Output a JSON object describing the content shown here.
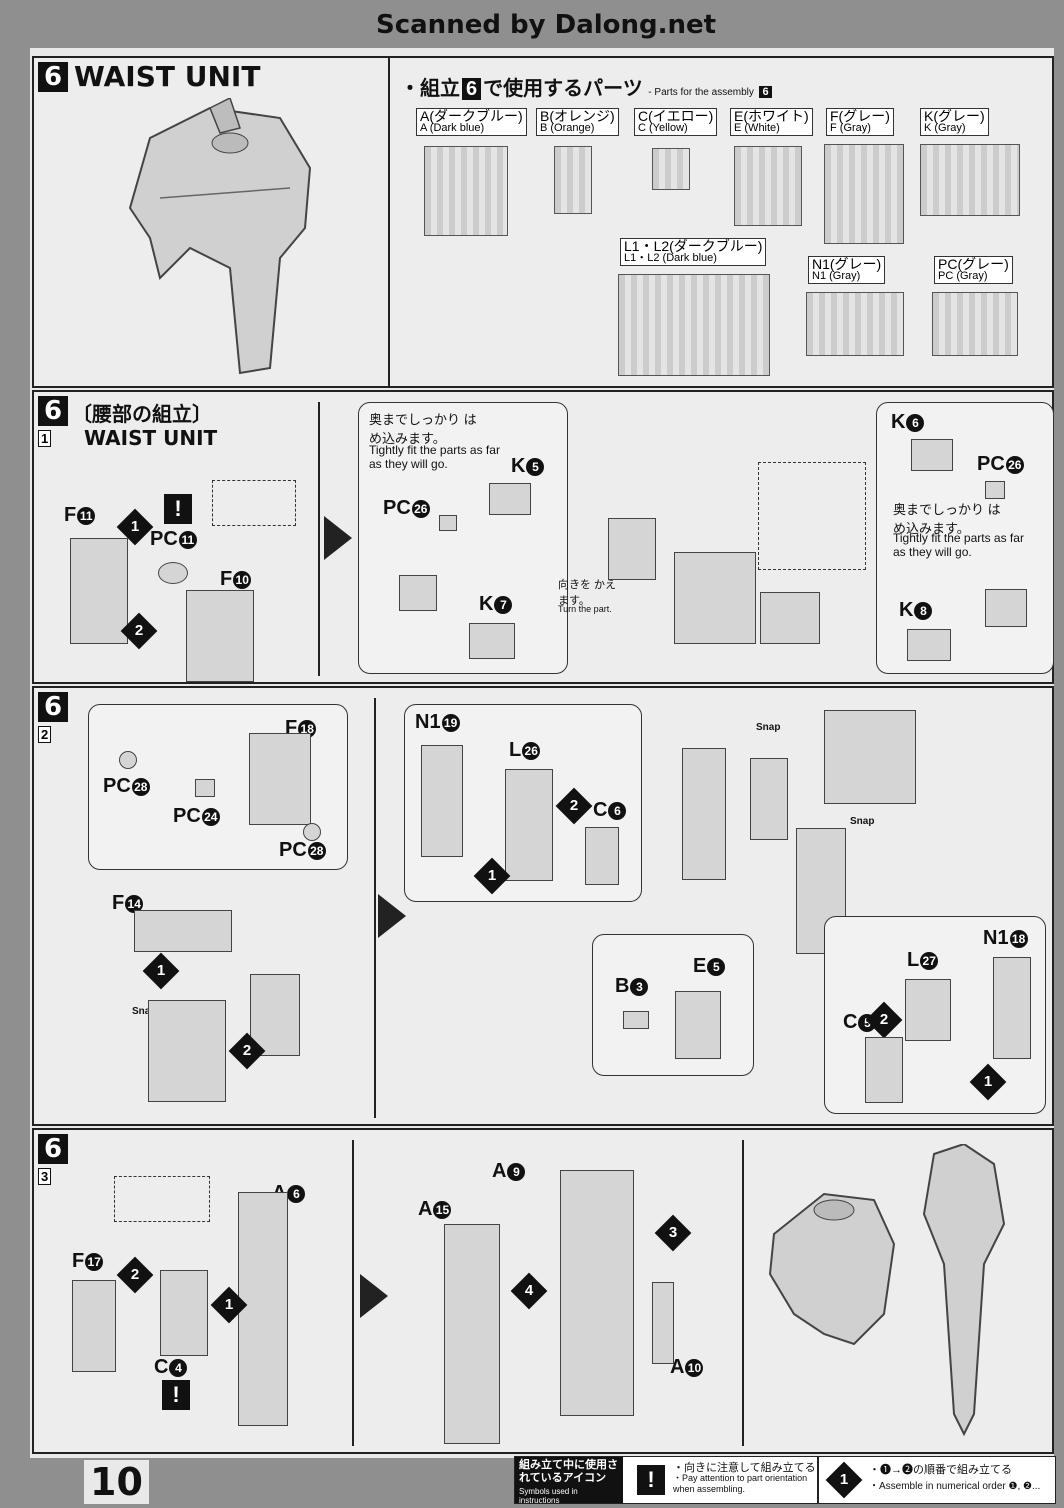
{
  "watermark": "Scanned by Dalong.net",
  "header": {
    "step_number": "6",
    "title": "WAIST UNIT",
    "parts_heading_jp": "・組立",
    "parts_heading_num": "6",
    "parts_heading_jp2": "で使用するパーツ",
    "parts_heading_en": "- Parts for the assembly",
    "parts_heading_en_num": "6"
  },
  "runners": [
    {
      "jp": "A(ダークブルー)",
      "en": "A (Dark blue)"
    },
    {
      "jp": "B(オレンジ)",
      "en": "B (Orange)"
    },
    {
      "jp": "C(イエロー)",
      "en": "C (Yellow)"
    },
    {
      "jp": "E(ホワイト)",
      "en": "E (White)"
    },
    {
      "jp": "F(グレー)",
      "en": "F (Gray)"
    },
    {
      "jp": "K(グレー)",
      "en": "K (Gray)"
    },
    {
      "jp": "L1・L2(ダークブルー)",
      "en": "L1・L2 (Dark blue)"
    },
    {
      "jp": "N1(グレー)",
      "en": "N1 (Gray)"
    },
    {
      "jp": "PC(グレー)",
      "en": "PC (Gray)"
    }
  ],
  "section1": {
    "num": "6",
    "sub": "1",
    "title_jp": "〔腰部の組立〕",
    "title_en": "WAIST UNIT",
    "labels": {
      "f11": "F",
      "f11n": "11",
      "pc11": "PC",
      "pc11n": "11",
      "f10": "F",
      "f10n": "10"
    },
    "note1_jp": "奥までしっかり はめ込みます。",
    "note1_en": "Tightly fit the parts as far as they will go.",
    "k5": "K",
    "k5n": "5",
    "pc26a": "PC",
    "pc26an": "26",
    "k7": "K",
    "k7n": "7",
    "turn_jp": "向きを かえます。",
    "turn_en": "Turn the part.",
    "k6": "K",
    "k6n": "6",
    "pc26b": "PC",
    "pc26bn": "26",
    "note2_jp": "奥までしっかり はめ込みます。",
    "note2_en": "Tightly fit the parts as far as they will go.",
    "k8": "K",
    "k8n": "8"
  },
  "section2": {
    "num": "6",
    "sub": "2",
    "labels": {
      "f18": "F",
      "f18n": "18",
      "pc28a": "PC",
      "pc28an": "28",
      "pc24": "PC",
      "pc24n": "24",
      "pc28b": "PC",
      "pc28bn": "28",
      "f14": "F",
      "f14n": "14",
      "snap": "Snap",
      "n119": "N1",
      "n119n": "19",
      "l26": "L",
      "l26n": "26",
      "c6": "C",
      "c6n": "6",
      "b3": "B",
      "b3n": "3",
      "e5": "E",
      "e5n": "5",
      "n118": "N1",
      "n118n": "18",
      "l27": "L",
      "l27n": "27",
      "c5": "C",
      "c5n": "5"
    }
  },
  "section3": {
    "num": "6",
    "sub": "3",
    "labels": {
      "a6": "A",
      "a6n": "6",
      "f17": "F",
      "f17n": "17",
      "c4": "C",
      "c4n": "4",
      "a9": "A",
      "a9n": "9",
      "a15": "A",
      "a15n": "15",
      "a10": "A",
      "a10n": "10"
    }
  },
  "footer": {
    "page_number": "10",
    "legend_title_jp": "組み立て中に使用されているアイコン",
    "legend_title_en": "Symbols used in instructions",
    "legend1_jp": "・向きに注意して組み立てる",
    "legend1_en": "・Pay attention to part orientation when assembling.",
    "legend2_jp": "・❶→❷の順番で組み立てる",
    "legend2_en": "・Assemble in numerical order ❶, ❷..."
  }
}
